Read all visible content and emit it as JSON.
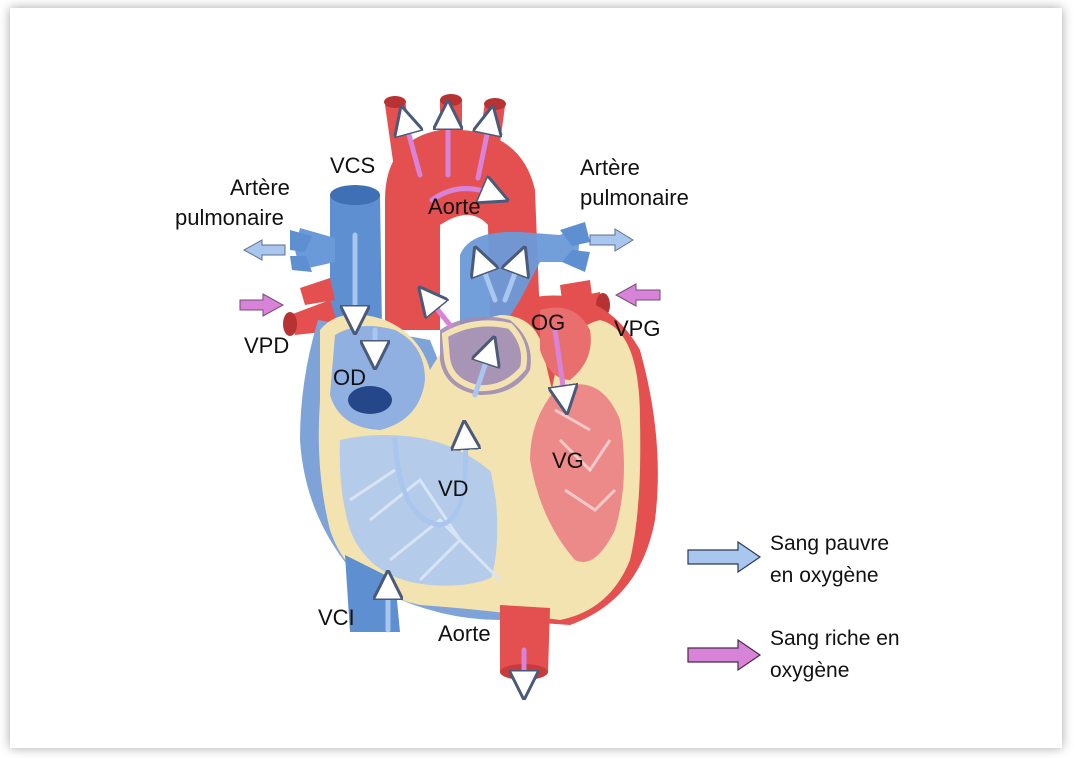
{
  "labels": {
    "vcs": "VCS",
    "aorte_top": "Aorte",
    "artere_left_1": "Artère",
    "artere_left_2": "pulmonaire",
    "artere_right_1": "Artère",
    "artere_right_2": "pulmonaire",
    "vpd": "VPD",
    "vpg": "VPG",
    "og": "OG",
    "od": "OD",
    "vg": "VG",
    "vd": "VD",
    "vci": "VCI",
    "aorte_bottom": "Aorte"
  },
  "legend": {
    "poor_line1": "Sang pauvre",
    "poor_line2": "en oxygène",
    "rich_line1": "Sang riche en",
    "rich_line2": "oxygène"
  },
  "colors": {
    "oxygen_poor": "#a9c6ee",
    "oxygen_rich": "#d783d8",
    "vessel_blue": "#5d8fd1",
    "vessel_red": "#e4504f",
    "myocardium": "#f3e3b0"
  }
}
